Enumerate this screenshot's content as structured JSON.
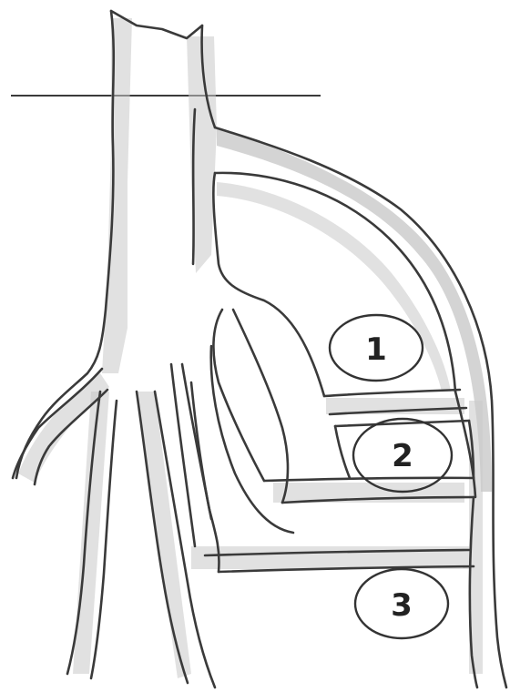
{
  "labels": [
    {
      "id": "1",
      "text": "1"
    },
    {
      "id": "2",
      "text": "2"
    },
    {
      "id": "3",
      "text": "3"
    }
  ],
  "colors": {
    "stroke": "#3a3a3a",
    "shading": "#c9c9c9",
    "background": "#ffffff"
  }
}
